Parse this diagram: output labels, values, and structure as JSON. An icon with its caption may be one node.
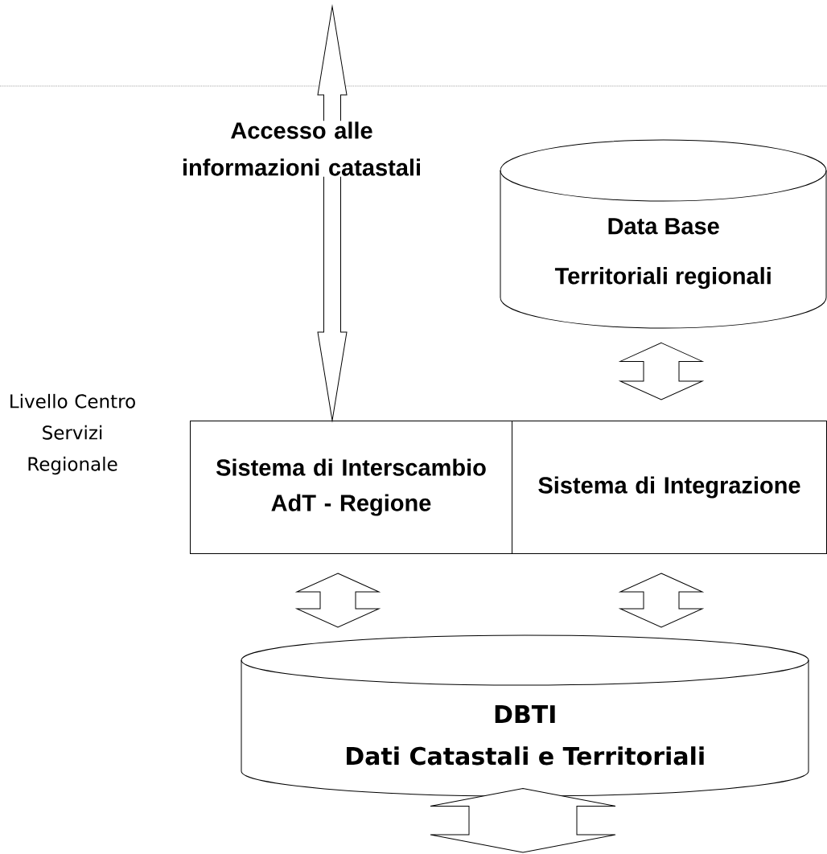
{
  "diagram": {
    "nodes": [
      {
        "text": [
          "Data Base",
          "Territoriali regionali"
        ]
      },
      {
        "text": [
          "Sistema di Interscambio AdT - Regione"
        ]
      },
      {
        "text": [
          "Sistema di Integrazione"
        ]
      },
      {
        "text": [
          "DBTI",
          "Dati Catastali e Territoriali"
        ]
      }
    ],
    "edges": [
      {
        "from": null,
        "to": 1,
        "arrow": "both",
        "label": "Accesso alle informazioni catastali"
      },
      {
        "from": 0,
        "to": 2,
        "arrow": "both"
      },
      {
        "from": 1,
        "to": 3,
        "arrow": "both"
      },
      {
        "from": 2,
        "to": 3,
        "arrow": "both"
      },
      {
        "from": 3,
        "to": null,
        "arrow": "both"
      }
    ],
    "labels": [
      "Livello Centro Servizi Regionale"
    ]
  }
}
